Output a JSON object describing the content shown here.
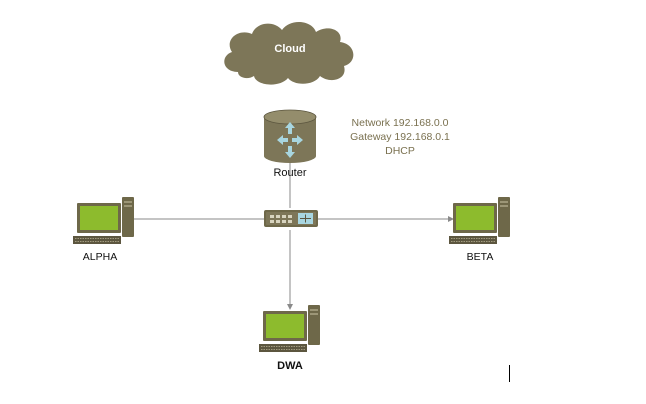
{
  "nodes": {
    "cloud": {
      "label": "Cloud"
    },
    "router": {
      "label": "Router"
    },
    "alpha": {
      "label": "ALPHA"
    },
    "beta": {
      "label": "BETA"
    },
    "dwa": {
      "label": "DWA"
    }
  },
  "network_info": {
    "network": "Network 192.168.0.0",
    "gateway": "Gateway 192.168.0.1",
    "dhcp": "DHCP"
  },
  "colors": {
    "shape_fill": "#7d7658",
    "shape_dark": "#5c563f",
    "screen": "#8dbb2d",
    "arrow": "#a8d6e0",
    "line": "#8a8a8a",
    "info_text": "#7a7150"
  },
  "icons": {
    "cloud": "cloud-icon",
    "router": "router-icon",
    "switch": "switch-icon",
    "computer": "desktop-computer-icon"
  }
}
